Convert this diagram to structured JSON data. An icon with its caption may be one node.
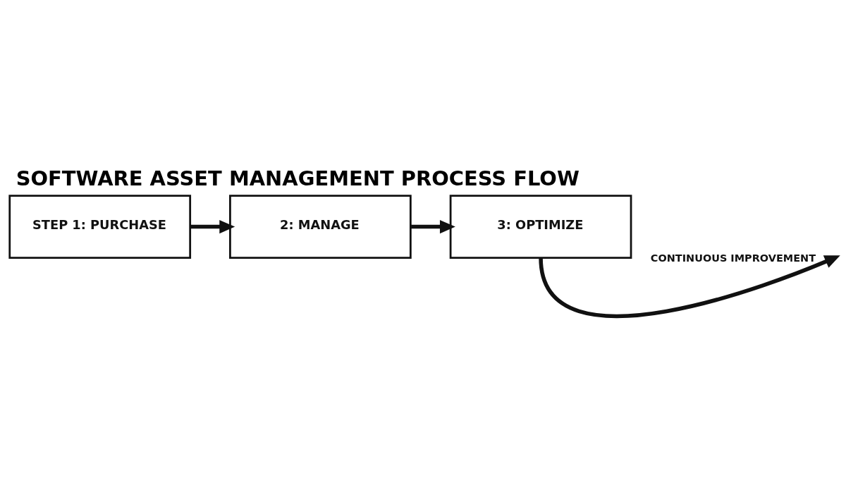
{
  "diagram": {
    "title": "SOFTWARE ASSET MANAGEMENT PROCESS FLOW",
    "nodes": [
      {
        "text": [
          "STEP 1: PURCHASE"
        ]
      },
      {
        "text": [
          "2: MANAGE"
        ]
      },
      {
        "text": [
          "3: OPTIMIZE"
        ]
      }
    ],
    "edges": [
      {
        "from": 0,
        "to": 1,
        "arrow": "to"
      },
      {
        "from": 1,
        "to": 2,
        "arrow": "to"
      },
      {
        "from": 2,
        "to": null,
        "arrow": "to",
        "label": "CONTINUOUS IMPROVEMENT"
      }
    ]
  }
}
